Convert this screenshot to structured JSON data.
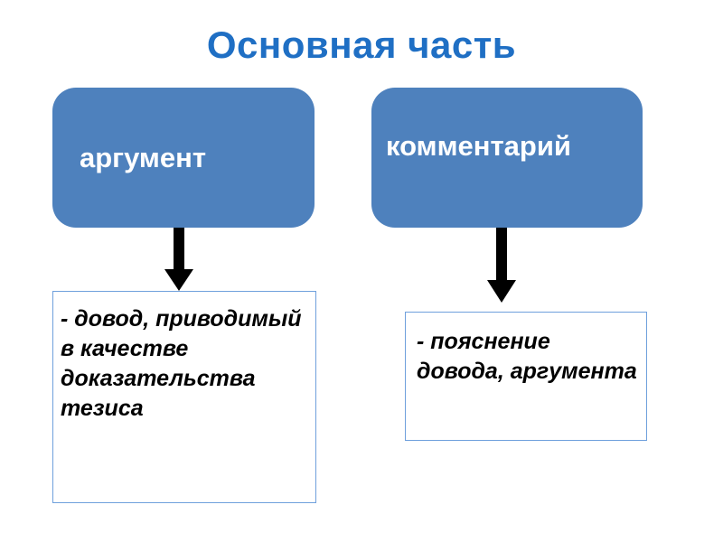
{
  "slide": {
    "title": "Основная часть",
    "title_color": "#1F6FC4",
    "box_color": "#4E81BD",
    "outline_color": "#6FA0DC",
    "nodes": [
      {
        "id": "argument",
        "label": "аргумент",
        "description": " - довод, приводимый в качестве доказательства тезиса"
      },
      {
        "id": "comment",
        "label": "комментарий",
        "description": "- пояснение довода, аргумента"
      }
    ],
    "arrows": [
      {
        "id": "arrow-argument",
        "direction": "down"
      },
      {
        "id": "arrow-comment",
        "direction": "down"
      }
    ]
  }
}
